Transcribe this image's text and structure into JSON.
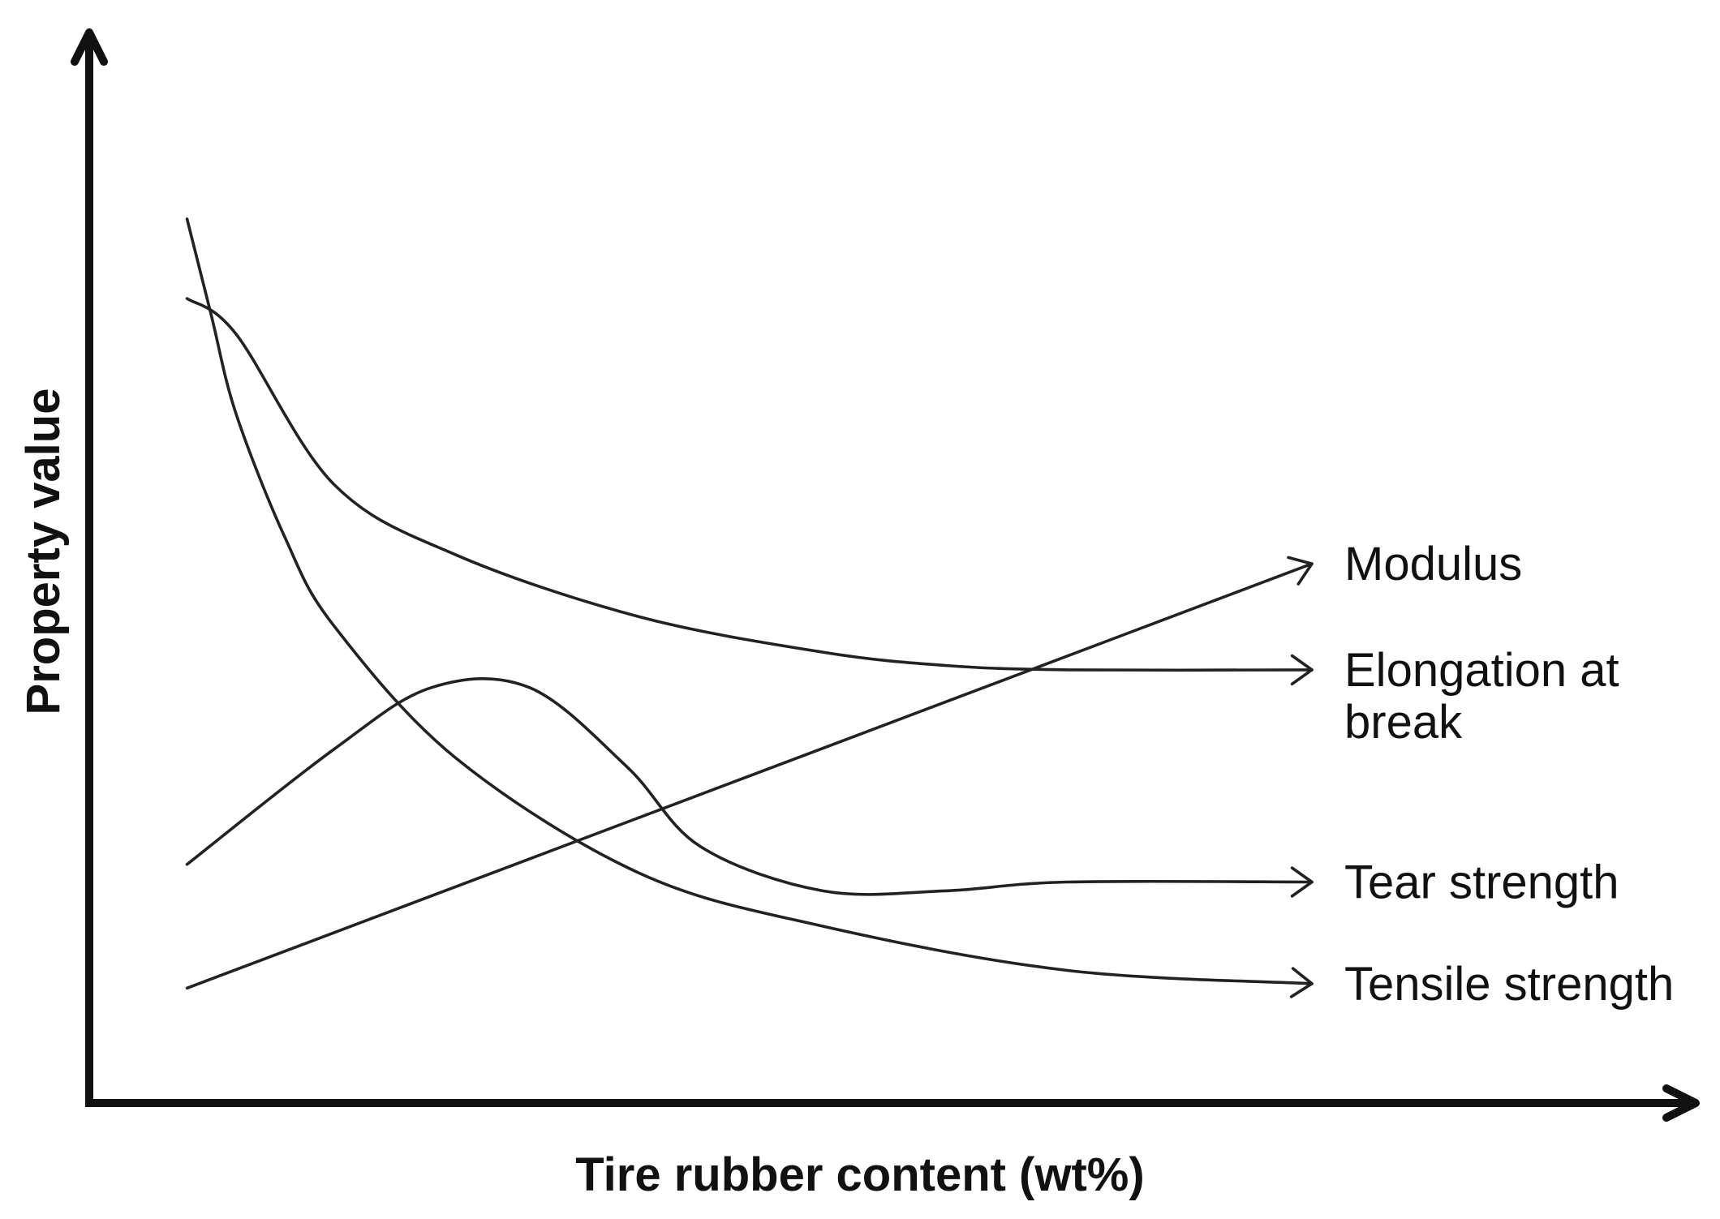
{
  "chart_data": {
    "type": "line",
    "title": "",
    "xlabel": "Tire rubber content (wt%)",
    "ylabel": "Property value",
    "grid": false,
    "ticks": false,
    "legend": "direct labels at line ends",
    "xlim": [
      0,
      100
    ],
    "ylim": [
      0,
      100
    ],
    "series": [
      {
        "name": "Modulus",
        "label_lines": [
          "Modulus"
        ],
        "x": [
          8,
          100
        ],
        "y": [
          13,
          61
        ]
      },
      {
        "name": "Elongation at break",
        "label_lines": [
          "Elongation at",
          "break"
        ],
        "x": [
          8,
          12,
          20,
          30,
          45,
          60,
          70,
          80,
          100
        ],
        "y": [
          91,
          87,
          70,
          62,
          55,
          51,
          49.5,
          49,
          49
        ]
      },
      {
        "name": "Tear strength",
        "label_lines": [
          "Tear strength"
        ],
        "x": [
          8,
          20,
          28,
          36,
          44,
          50,
          60,
          70,
          80,
          100
        ],
        "y": [
          27,
          40,
          47,
          47,
          38,
          29,
          24,
          24,
          25,
          25
        ]
      },
      {
        "name": "Tensile strength",
        "label_lines": [
          "Tensile strength"
        ],
        "x": [
          8,
          10,
          12,
          16,
          20,
          30,
          45,
          60,
          80,
          100
        ],
        "y": [
          100,
          89,
          78,
          64,
          54,
          39,
          26,
          20,
          15,
          13.5
        ]
      }
    ]
  }
}
